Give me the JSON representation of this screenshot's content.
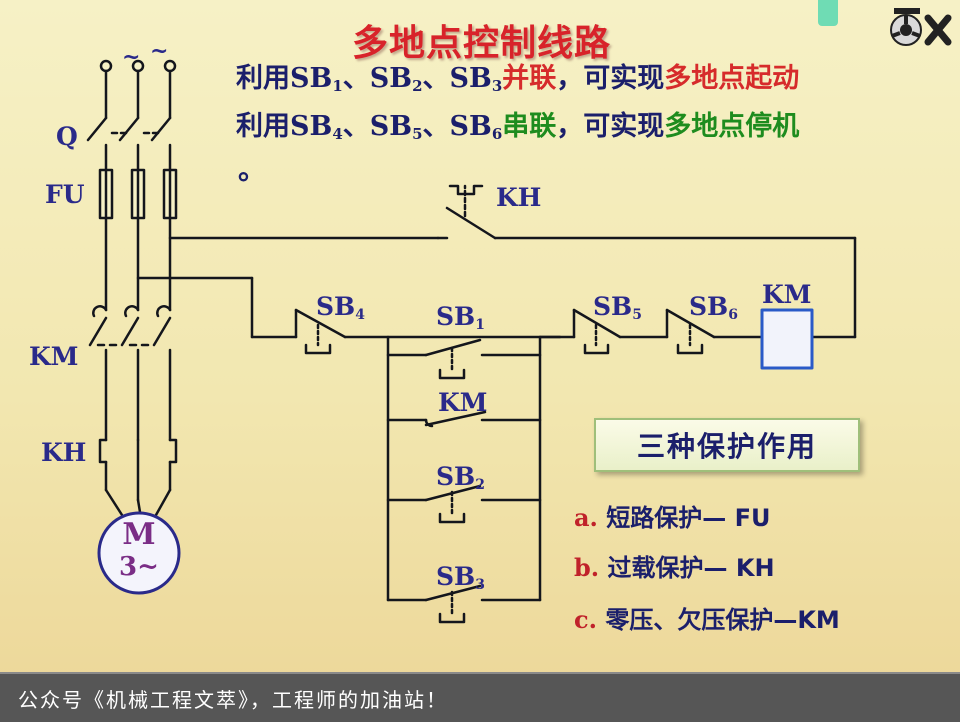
{
  "title": "多地点控制线路",
  "colors": {
    "title": "#d8232a",
    "wire": "#14161c",
    "text_navy": "#1b1f6b",
    "highlight_red": "#d62b2b",
    "highlight_green": "#1e8c1e",
    "label_blue": "#2a2a8a",
    "motor_purple": "#7a2d86",
    "coil_blue": "#2a5ac8"
  },
  "intro": {
    "line1": {
      "prefix": "利用SB",
      "sb_a": "1",
      "sep_a": "、SB",
      "sb_b": "2",
      "sep_b": "、SB",
      "sb_c": "3",
      "connection": "并联",
      "middle": "，可实现",
      "result": "多地点起动"
    },
    "line2": {
      "prefix": "利用SB",
      "sb_a": "4",
      "sep_a": "、SB",
      "sb_b": "5",
      "sep_b": "、SB",
      "sb_c": "6",
      "connection": "串联",
      "middle": "，可实现",
      "result": "多地点停机"
    },
    "period": "。"
  },
  "diagram": {
    "power_symbol": "~",
    "labels": {
      "q": "Q",
      "fu": "FU",
      "km_main": "KM",
      "kh_main": "KH",
      "kh_contact": "KH",
      "sb4": {
        "base": "SB",
        "sub": "4"
      },
      "sb1": {
        "base": "SB",
        "sub": "1"
      },
      "sb5": {
        "base": "SB",
        "sub": "5"
      },
      "sb6": {
        "base": "SB",
        "sub": "6"
      },
      "km_coil": "KM",
      "km_aux": "KM",
      "sb2": {
        "base": "SB",
        "sub": "2"
      },
      "sb3": {
        "base": "SB",
        "sub": "3"
      }
    },
    "motor": {
      "line1": "M",
      "line2": "3~"
    }
  },
  "protection": {
    "title": "三种保护作用",
    "items": [
      {
        "letter": "a.",
        "text": "短路保护— FU"
      },
      {
        "letter": "b.",
        "text": "过载保护— KH"
      },
      {
        "letter": "c.",
        "text": "零压、欠压保护—KM"
      }
    ]
  },
  "footer": "公众号《机械工程文萃》，工程师的加油站！"
}
